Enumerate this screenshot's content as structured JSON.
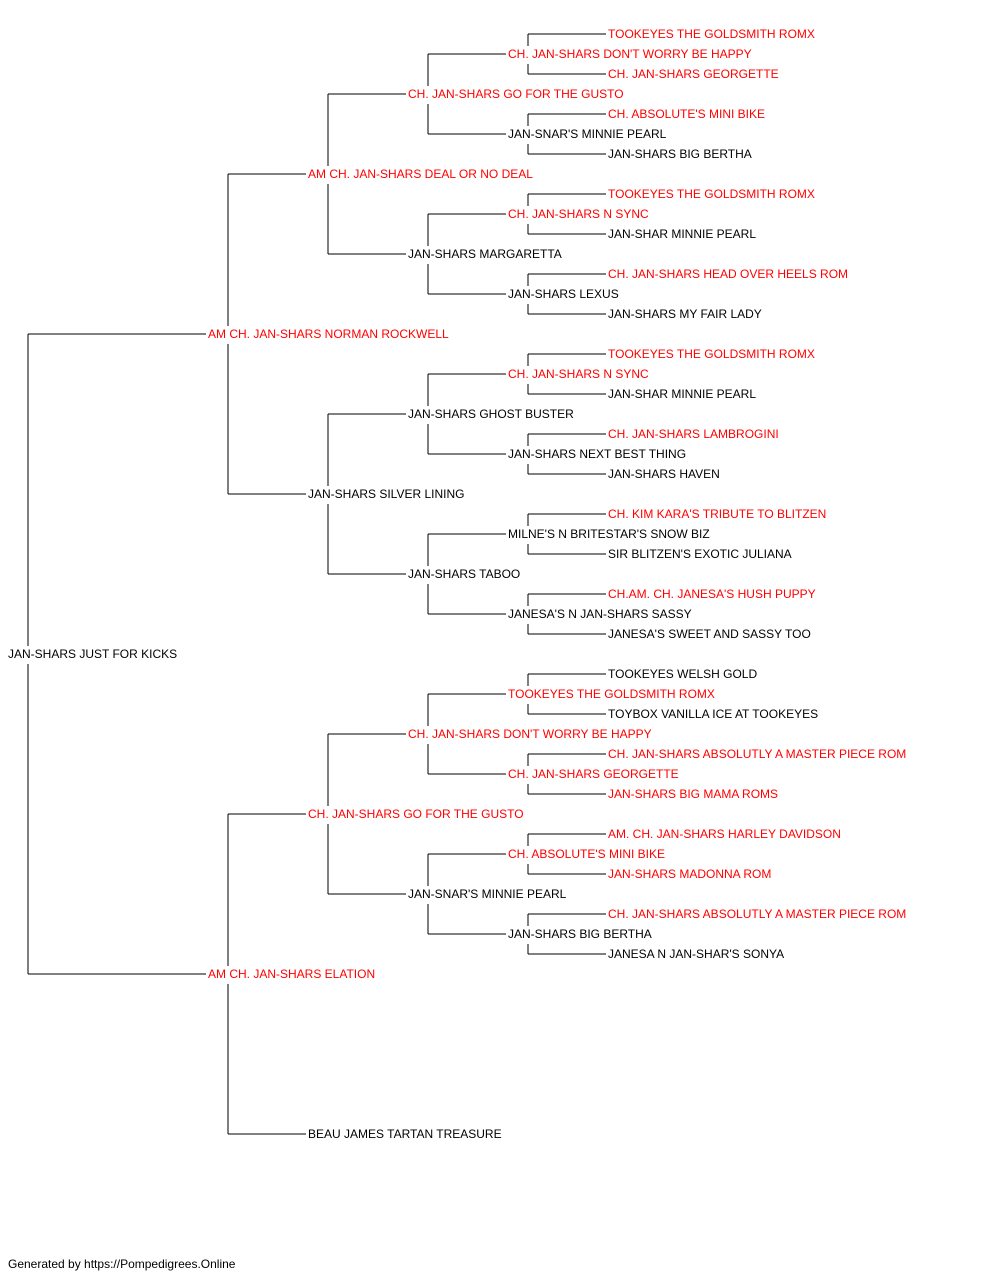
{
  "colors": {
    "champion": "#ff0000",
    "normal": "#000000",
    "line": "#000000"
  },
  "pedigree": {
    "name": "JAN-SHARS JUST FOR KICKS",
    "champ": false,
    "sire": {
      "name": "AM CH. JAN-SHARS NORMAN ROCKWELL",
      "champ": true,
      "sire": {
        "name": "AM CH. JAN-SHARS DEAL OR NO DEAL",
        "champ": true,
        "sire": {
          "name": "CH. JAN-SHARS GO FOR THE GUSTO",
          "champ": true,
          "sire": {
            "name": "CH. JAN-SHARS DON'T WORRY BE HAPPY",
            "champ": true,
            "sire": {
              "name": "TOOKEYES THE GOLDSMITH ROMX",
              "champ": true
            },
            "dam": {
              "name": "CH. JAN-SHARS GEORGETTE",
              "champ": true
            }
          },
          "dam": {
            "name": "JAN-SNAR'S MINNIE PEARL",
            "champ": false,
            "sire": {
              "name": "CH. ABSOLUTE'S MINI BIKE",
              "champ": true
            },
            "dam": {
              "name": "JAN-SHARS BIG BERTHA",
              "champ": false
            }
          }
        },
        "dam": {
          "name": "JAN-SHARS MARGARETTA",
          "champ": false,
          "sire": {
            "name": "CH. JAN-SHARS N SYNC",
            "champ": true,
            "sire": {
              "name": "TOOKEYES THE GOLDSMITH ROMX",
              "champ": true
            },
            "dam": {
              "name": "JAN-SHAR MINNIE PEARL",
              "champ": false
            }
          },
          "dam": {
            "name": "JAN-SHARS LEXUS",
            "champ": false,
            "sire": {
              "name": "CH. JAN-SHARS HEAD OVER HEELS ROM",
              "champ": true
            },
            "dam": {
              "name": "JAN-SHARS MY FAIR LADY",
              "champ": false
            }
          }
        }
      },
      "dam": {
        "name": "JAN-SHARS SILVER LINING",
        "champ": false,
        "sire": {
          "name": "JAN-SHARS GHOST BUSTER",
          "champ": false,
          "sire": {
            "name": "CH. JAN-SHARS N SYNC",
            "champ": true,
            "sire": {
              "name": "TOOKEYES THE GOLDSMITH ROMX",
              "champ": true
            },
            "dam": {
              "name": "JAN-SHAR MINNIE PEARL",
              "champ": false
            }
          },
          "dam": {
            "name": "JAN-SHARS NEXT BEST THING",
            "champ": false,
            "sire": {
              "name": "CH. JAN-SHARS LAMBROGINI",
              "champ": true
            },
            "dam": {
              "name": "JAN-SHARS HAVEN",
              "champ": false
            }
          }
        },
        "dam": {
          "name": "JAN-SHARS TABOO",
          "champ": false,
          "sire": {
            "name": "MILNE'S N BRITESTAR'S SNOW BIZ",
            "champ": false,
            "sire": {
              "name": "CH. KIM KARA'S TRIBUTE TO BLITZEN",
              "champ": true
            },
            "dam": {
              "name": "SIR BLITZEN'S EXOTIC JULIANA",
              "champ": false
            }
          },
          "dam": {
            "name": "JANESA'S N JAN-SHARS SASSY",
            "champ": false,
            "sire": {
              "name": "CH.AM. CH. JANESA'S HUSH PUPPY",
              "champ": true
            },
            "dam": {
              "name": "JANESA'S SWEET AND SASSY TOO",
              "champ": false
            }
          }
        }
      }
    },
    "dam": {
      "name": "AM CH. JAN-SHARS ELATION",
      "champ": true,
      "sire": {
        "name": "CH. JAN-SHARS GO FOR THE GUSTO",
        "champ": true,
        "sire": {
          "name": "CH. JAN-SHARS DON'T WORRY BE HAPPY",
          "champ": true,
          "sire": {
            "name": "TOOKEYES THE GOLDSMITH ROMX",
            "champ": true,
            "sire": {
              "name": "TOOKEYES WELSH GOLD",
              "champ": false
            },
            "dam": {
              "name": "TOYBOX VANILLA ICE AT TOOKEYES",
              "champ": false
            }
          },
          "dam": {
            "name": "CH. JAN-SHARS GEORGETTE",
            "champ": true,
            "sire": {
              "name": "CH. JAN-SHARS ABSOLUTLY A MASTER PIECE ROM",
              "champ": true
            },
            "dam": {
              "name": "JAN-SHARS BIG MAMA ROMS",
              "champ": true
            }
          }
        },
        "dam": {
          "name": "JAN-SNAR'S MINNIE PEARL",
          "champ": false,
          "sire": {
            "name": "CH. ABSOLUTE'S MINI BIKE",
            "champ": true,
            "sire": {
              "name": "AM. CH. JAN-SHARS HARLEY DAVIDSON",
              "champ": true
            },
            "dam": {
              "name": "JAN-SHARS MADONNA ROM",
              "champ": true
            }
          },
          "dam": {
            "name": "JAN-SHARS BIG BERTHA",
            "champ": false,
            "sire": {
              "name": "CH. JAN-SHARS ABSOLUTLY A MASTER PIECE ROM",
              "champ": true
            },
            "dam": {
              "name": "JANESA N JAN-SHAR'S SONYA",
              "champ": false
            }
          }
        }
      },
      "dam": {
        "name": "BEAU JAMES TARTAN TREASURE",
        "champ": false
      }
    }
  },
  "footer": "Generated by https://Pompedigrees.Online"
}
